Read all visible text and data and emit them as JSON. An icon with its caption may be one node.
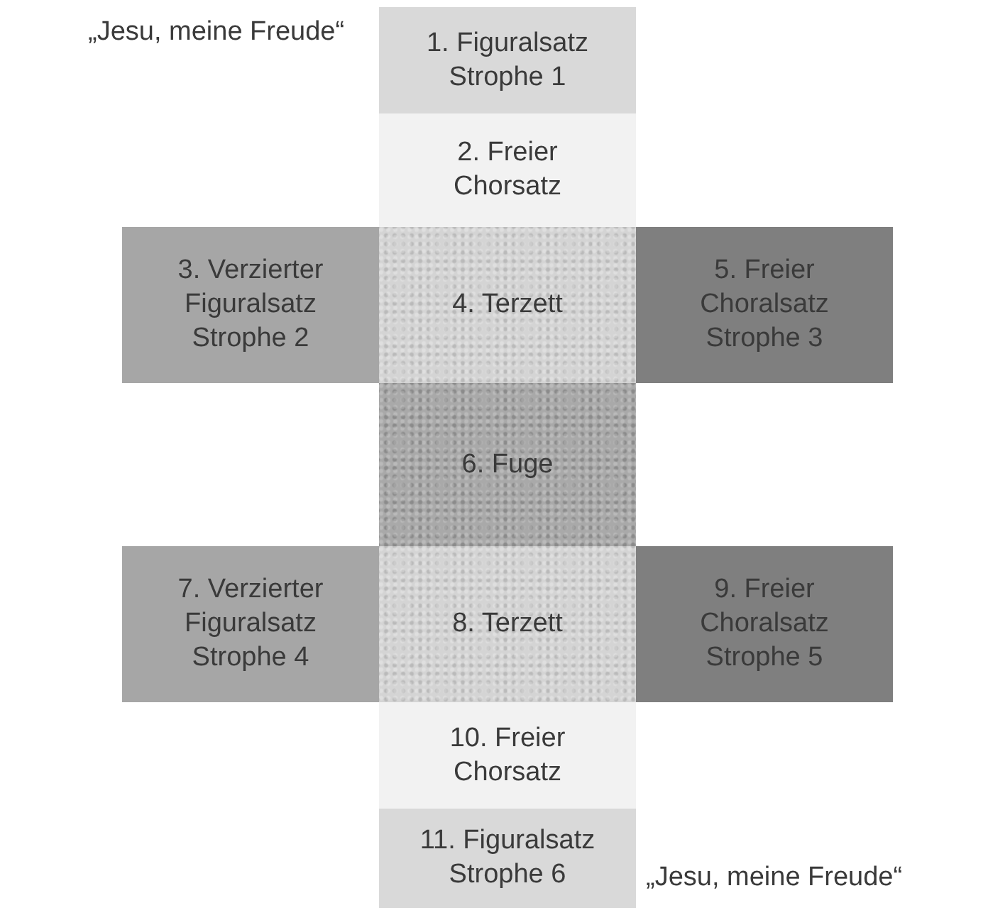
{
  "diagram": {
    "nodes": [
      {
        "text": [
          "1. Figuralsatz Strophe 1"
        ],
        "beside": [
          "„Jesu, meine Freude“"
        ]
      },
      {
        "text": [
          "2. Freier Chorsatz"
        ]
      },
      {
        "text": [
          "3. Verzierter Figuralsatz Strophe 2"
        ]
      },
      {
        "text": [
          "4. Terzett"
        ]
      },
      {
        "text": [
          "5. Freier Choralsatz Strophe 3"
        ]
      },
      {
        "text": [
          "6. Fuge"
        ]
      },
      {
        "text": [
          "7. Verzierter Figuralsatz Strophe 4"
        ]
      },
      {
        "text": [
          "8. Terzett"
        ]
      },
      {
        "text": [
          "9. Freier Choralsatz Strophe 5"
        ]
      },
      {
        "text": [
          "10. Freier Chorsatz"
        ]
      },
      {
        "text": [
          "11. Figuralsatz Strophe 6"
        ],
        "beside": [
          "„Jesu, meine Freude“"
        ]
      }
    ],
    "edges": []
  }
}
